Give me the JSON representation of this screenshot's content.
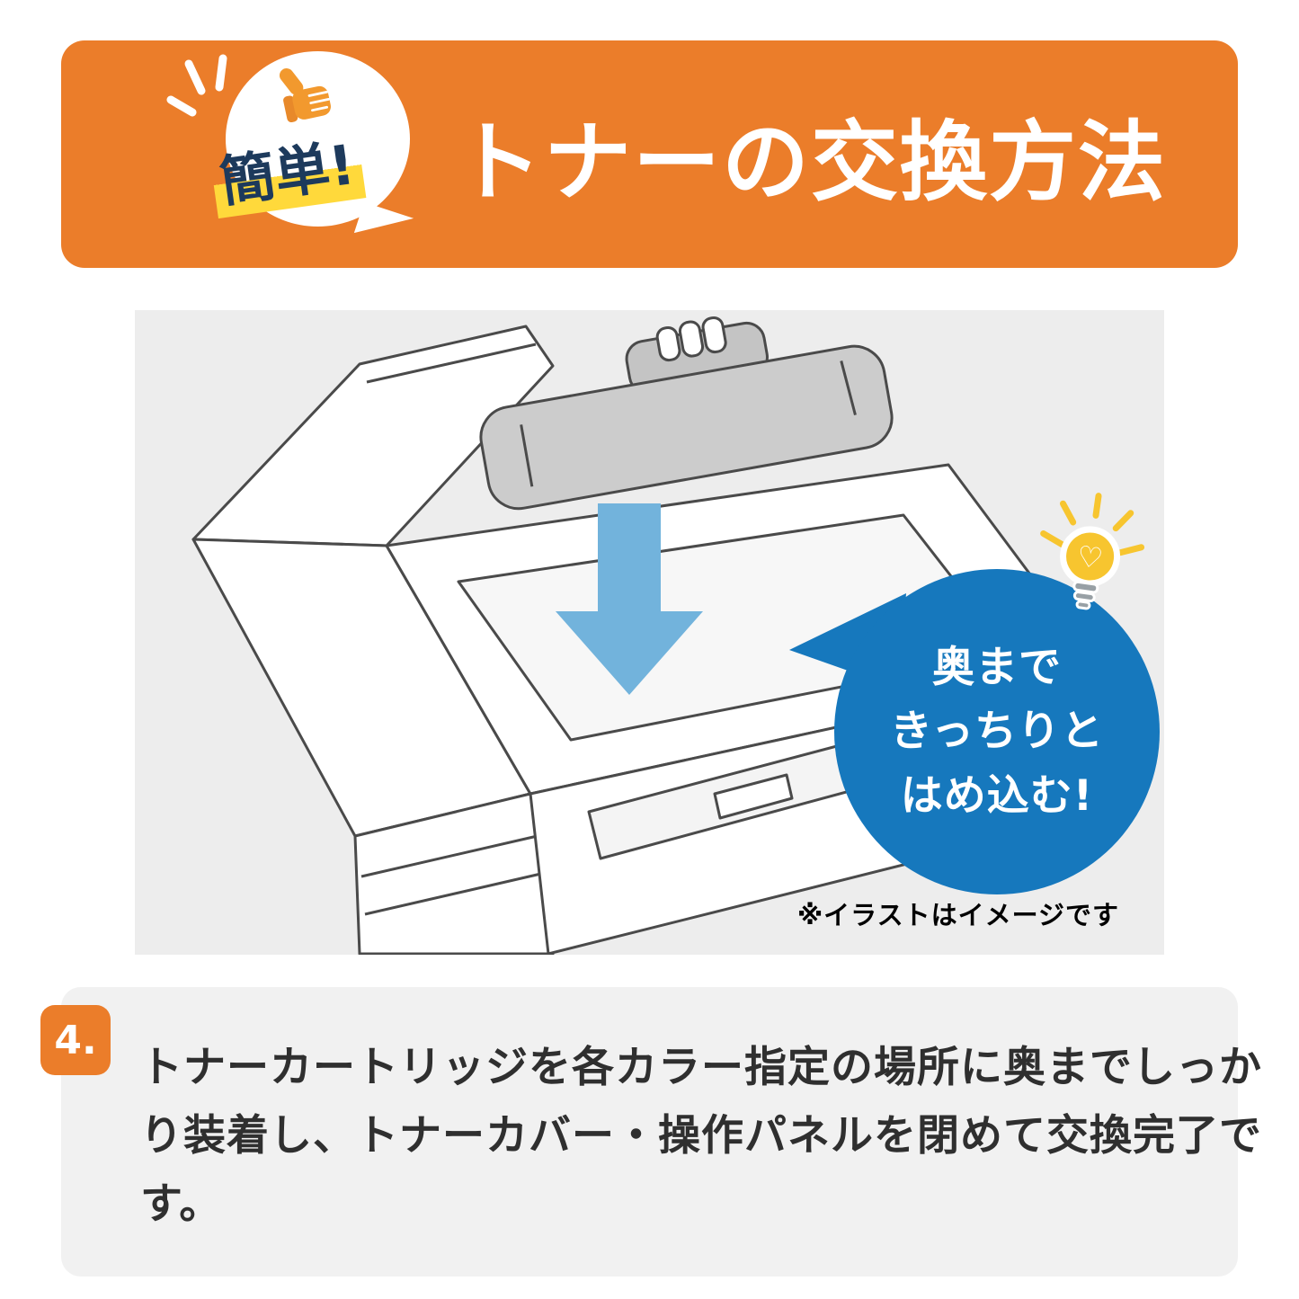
{
  "banner": {
    "badge": "簡単!",
    "title": "トナーの交換方法"
  },
  "illustration": {
    "tip": {
      "line1": "奥まで",
      "line2": "きっちりと",
      "line3": "はめ込む!"
    },
    "note": "※イラストはイメージです"
  },
  "step": {
    "number": "4.",
    "line1": "トナーカートリッジを各カラー指定の場所に奥までしっか",
    "line2": "り装着し、トナーカバー・操作パネルを閉めて交換完了で",
    "line3": "す。"
  },
  "colors": {
    "banner_orange": "#EB7D2A",
    "tip_bubble_blue": "#1678BD",
    "arrow_blue": "#72B3DC",
    "highlight_yellow": "#FFD93B",
    "badge_text_navy": "#1D3A5C",
    "bulb_yellow": "#F7C52F",
    "panel_gray": "#EDEDED",
    "step_panel_gray": "#F1F1F1"
  }
}
